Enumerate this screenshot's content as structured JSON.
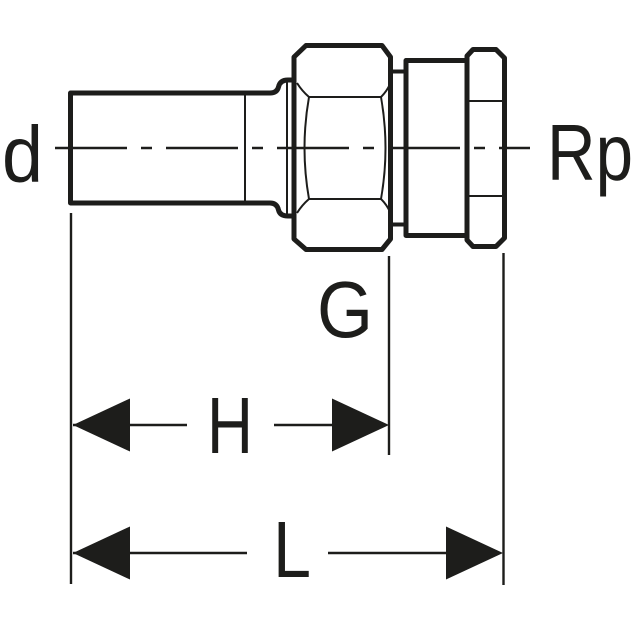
{
  "diagram": {
    "kind": "pipe-fitting-dimension-drawing",
    "labels": {
      "d": "d",
      "rp": "Rp",
      "g": "G",
      "h": "H",
      "l": "L"
    },
    "colors": {
      "line": "#1d1d1b",
      "background": "#ffffff"
    }
  }
}
